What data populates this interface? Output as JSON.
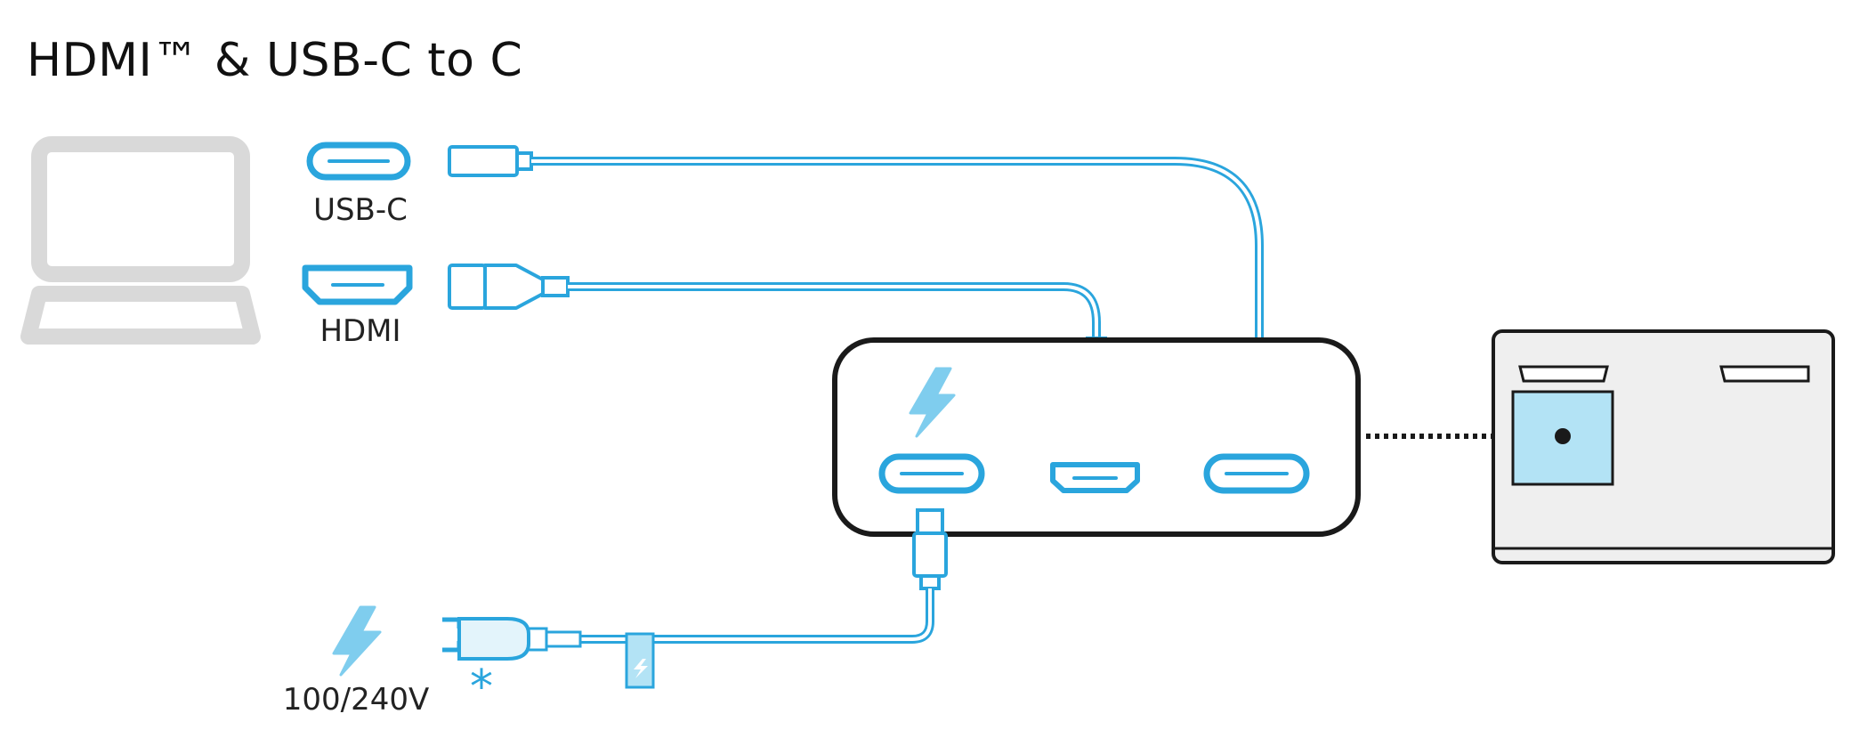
{
  "title": "HDMI™ & USB-C to C",
  "labels": {
    "usb_c": "USB-C",
    "hdmi": "HDMI",
    "power_voltage": "100/240V",
    "asterisk": "*"
  },
  "colors": {
    "accent": "#2aa5dd",
    "accent_fill": "#b3e3f5",
    "laptop_gray": "#d9d9d9",
    "device_outline": "#1a1a1a",
    "display_fill": "#efefef"
  },
  "icons": [
    "laptop-icon",
    "usb-c-port-icon",
    "hdmi-port-icon",
    "lightning-icon",
    "power-plug-icon",
    "docking-hub",
    "display-monitor"
  ]
}
